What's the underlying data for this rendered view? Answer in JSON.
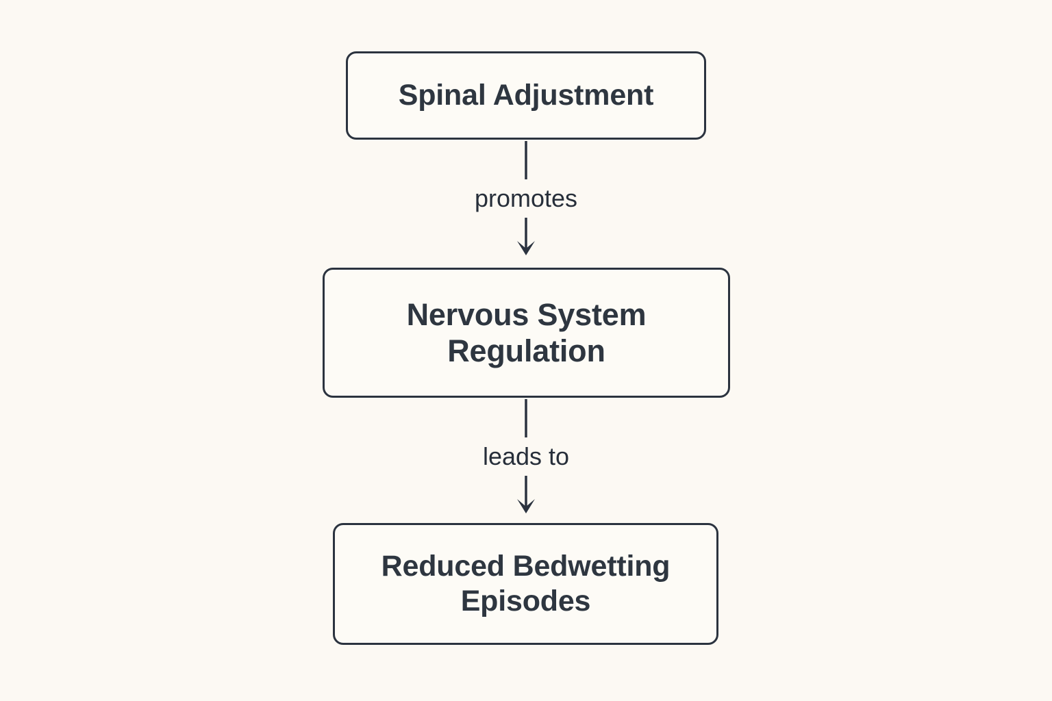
{
  "diagram": {
    "title": "Spinal Adjustment Bedwetting Flowchart",
    "type": "flowchart",
    "orientation": "top-to-bottom",
    "background_color": "#fcf9f3",
    "node_fill_color": "#fdfbf6",
    "node_border_color": "#2b333f",
    "text_color": "#2e3640",
    "edge_color": "#2b333f",
    "nodes": [
      {
        "id": "node-1",
        "label": "Spinal Adjustment"
      },
      {
        "id": "node-2",
        "label": "Nervous System\nRegulation"
      },
      {
        "id": "node-3",
        "label": "Reduced Bedwetting\nEpisodes"
      }
    ],
    "edges": [
      {
        "id": "edge-1",
        "from": "node-1",
        "to": "node-2",
        "label": "promotes"
      },
      {
        "id": "edge-2",
        "from": "node-2",
        "to": "node-3",
        "label": "leads to"
      }
    ]
  }
}
